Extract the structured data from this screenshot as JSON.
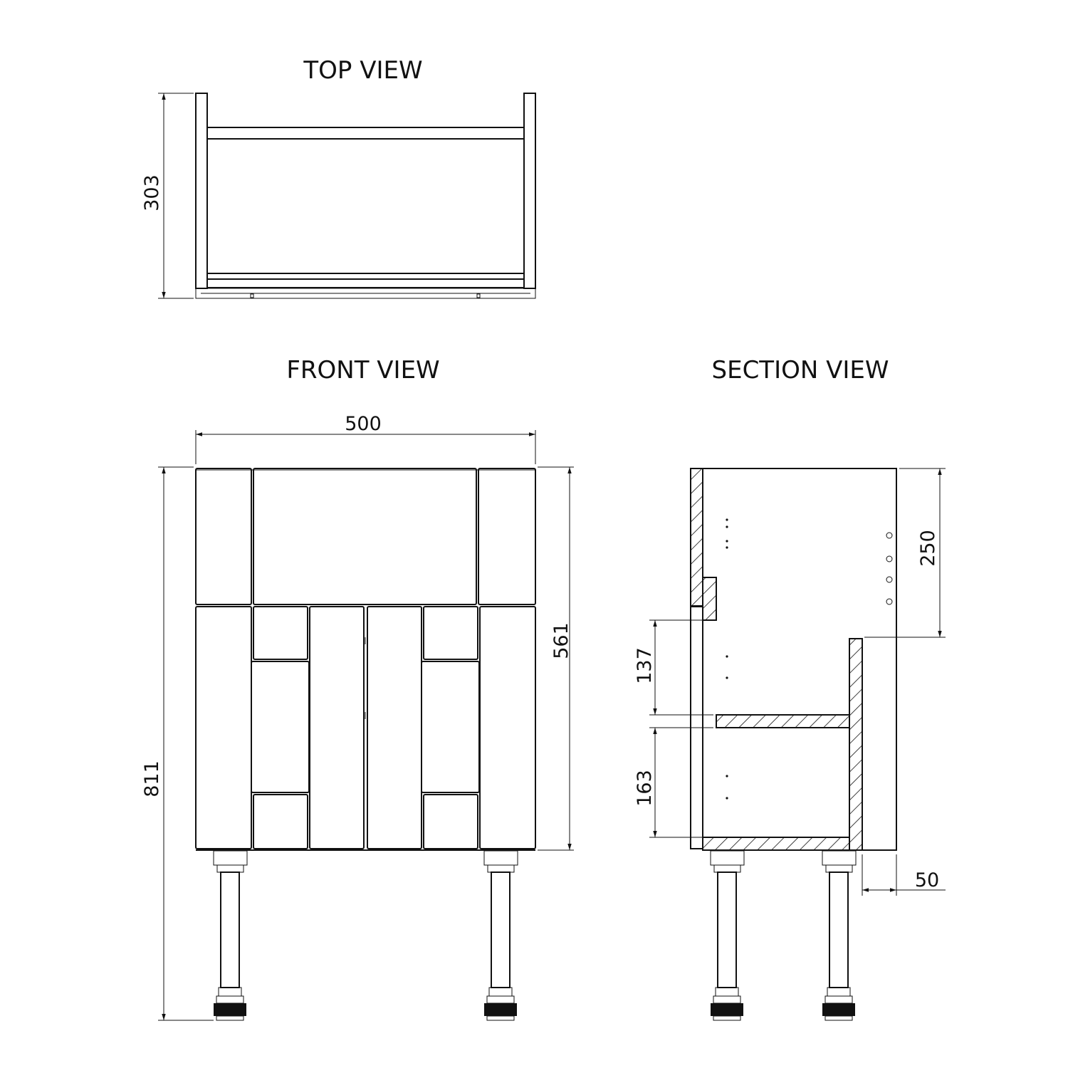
{
  "titles": {
    "top_view": "TOP VIEW",
    "front_view": "FRONT VIEW",
    "section_view": "SECTION VIEW"
  },
  "dimensions": {
    "top_depth": "303",
    "front_width": "500",
    "front_total_height": "811",
    "front_cabinet_height": "561",
    "section_top_drawer": "250",
    "section_upper_gap": "137",
    "section_lower_gap": "163",
    "section_offset": "50"
  }
}
